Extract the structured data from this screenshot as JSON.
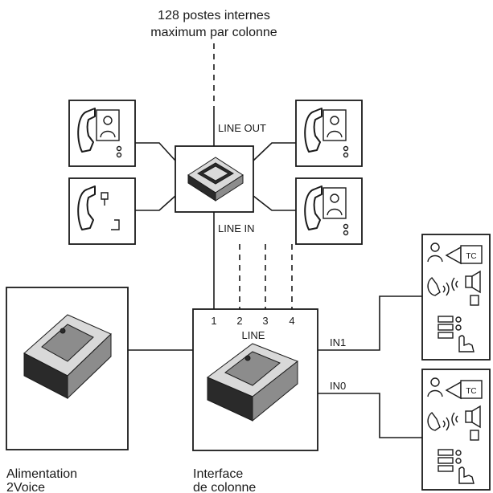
{
  "top_note": {
    "line1": "128 postes internes",
    "line2": "maximum par colonne"
  },
  "labels": {
    "line_out": "LINE OUT",
    "line_in": "LINE IN",
    "in1": "IN1",
    "in0": "IN0",
    "line": "LINE",
    "terminals": [
      "1",
      "2",
      "3",
      "4"
    ],
    "tc_badge": "TC"
  },
  "captions": {
    "power": {
      "line1": "Alimentation",
      "line2": "2Voice"
    },
    "interface": {
      "line1": "Interface",
      "line2": "de colonne"
    }
  },
  "icons": {
    "handset": "handset-icon",
    "video_person": "video-person-icon",
    "din_module": "din-module-icon",
    "camera": "camera-icon",
    "speaker": "speaker-icon",
    "keypad": "keypad-icon"
  }
}
